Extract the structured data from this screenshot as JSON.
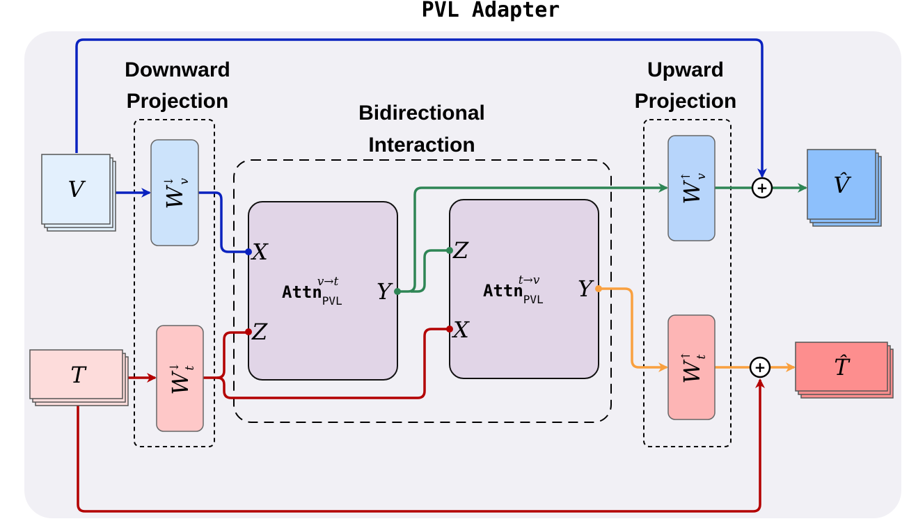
{
  "title": "PVL Adapter",
  "sections": {
    "down": [
      "Downward",
      "Projection"
    ],
    "bi": [
      "Bidirectional",
      "Interaction"
    ],
    "up": [
      "Upward",
      "Projection"
    ]
  },
  "inputs": {
    "v": "V",
    "t": "T"
  },
  "outputs": {
    "v": "V̂",
    "t": "T̂"
  },
  "weights": {
    "down_v": {
      "base": "W",
      "sup": "↓",
      "sub": "v"
    },
    "down_t": {
      "base": "W",
      "sup": "↓",
      "sub": "t"
    },
    "up_v": {
      "base": "W",
      "sup": "↑",
      "sub": "v"
    },
    "up_t": {
      "base": "W",
      "sup": "↑",
      "sub": "t"
    }
  },
  "attn": [
    {
      "base": "Attn",
      "sub": "PVL",
      "sup": "v→t",
      "ports": {
        "x": "X",
        "z": "Z",
        "y": "Y"
      }
    },
    {
      "base": "Attn",
      "sub": "PVL",
      "sup": "t→v",
      "ports": {
        "x": "Z",
        "z": "X",
        "y": "Y"
      }
    }
  ],
  "plus": "+",
  "colors": {
    "visual": "#0a22bf",
    "text": "#b30000",
    "green": "#2e8555",
    "orange": "#f9a03f",
    "background": "#f1f0f5",
    "attn": "#e1d5e7"
  }
}
